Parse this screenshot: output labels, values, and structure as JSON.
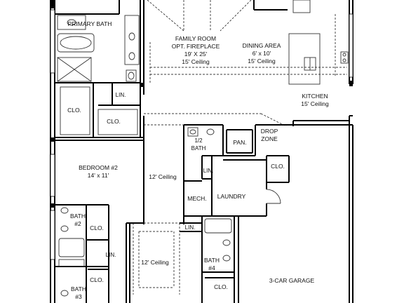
{
  "colors": {
    "wall": "#000000",
    "fixture": "#333333",
    "tile": "#9a9a9a",
    "background": "#ffffff"
  },
  "rooms": {
    "primary_bath": {
      "name": "PRIMARY BATH"
    },
    "family_room": {
      "name": "FAMILY ROOM",
      "line2": "OPT. FIREPLACE",
      "size": "19' X 25'",
      "ceiling": "15' Ceiling"
    },
    "dining_area": {
      "name": "DINING AREA",
      "size": "6' x 10'",
      "ceiling": "15' Ceiling"
    },
    "kitchen": {
      "name": "KITCHEN",
      "ceiling": "15' Ceiling"
    },
    "lin_1": {
      "name": "LIN."
    },
    "clo_1": {
      "name": "CLO."
    },
    "clo_2": {
      "name": "CLO."
    },
    "half_bath": {
      "name": "1/2",
      "line2": "BATH"
    },
    "pantry": {
      "name": "PAN."
    },
    "drop_zone": {
      "name": "DROP",
      "line2": "ZONE"
    },
    "lin_2": {
      "name": "LIN."
    },
    "clo_3": {
      "name": "CLO."
    },
    "bedroom_2": {
      "name": "BEDROOM #2",
      "size": "14' x 11'"
    },
    "hall_ceiling_1": {
      "ceiling": "12' Ceiling"
    },
    "mech": {
      "name": "MECH."
    },
    "laundry": {
      "name": "LAUNDRY"
    },
    "bath_2": {
      "name": "BATH",
      "line2": "#2"
    },
    "clo_4": {
      "name": "CLO."
    },
    "lin_3": {
      "name": "LIN."
    },
    "lin_4": {
      "name": "LIN."
    },
    "hall_ceiling_2": {
      "ceiling": "12' Ceiling"
    },
    "bath_4": {
      "name": "BATH",
      "line2": "#4"
    },
    "clo_5": {
      "name": "CLO."
    },
    "clo_6": {
      "name": "CLO."
    },
    "bath_3": {
      "name": "BATH",
      "line2": "#3"
    },
    "garage": {
      "name": "3-CAR GARAGE"
    }
  }
}
